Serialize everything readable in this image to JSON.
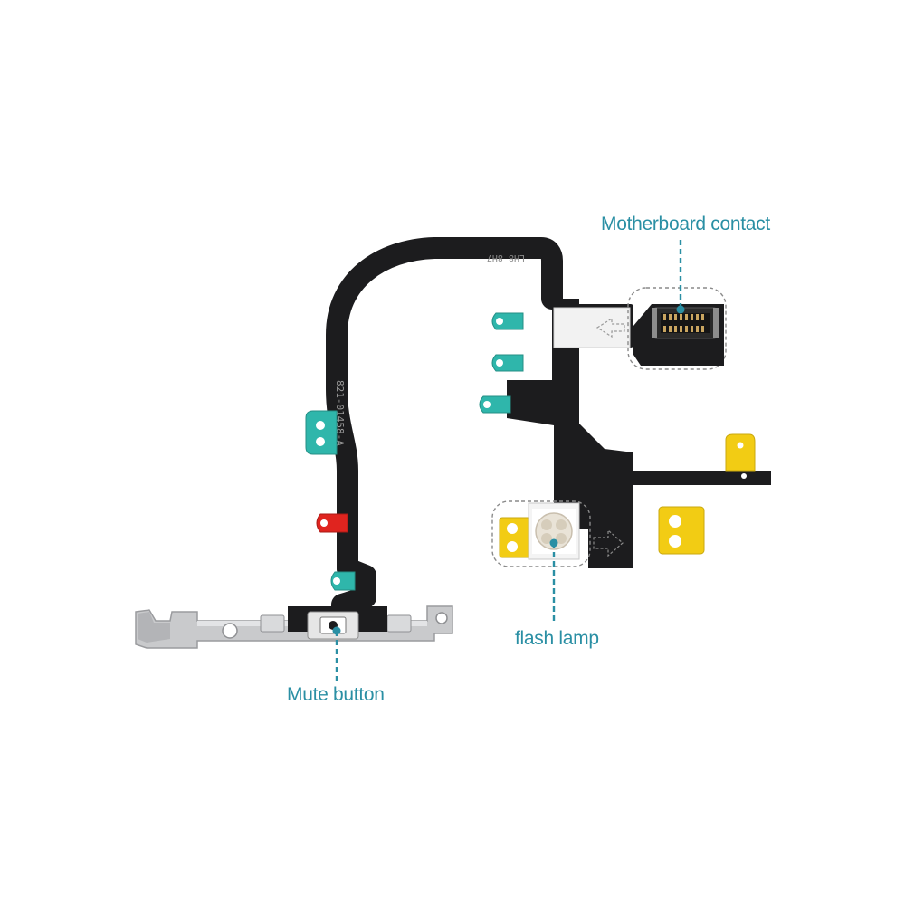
{
  "labels": {
    "motherboard_contact": "Motherboard contact",
    "flash_lamp": "flash lamp",
    "mute_button": "Mute button"
  },
  "part_markings": {
    "part_number": "821-01458-A",
    "code": "LH8 8H7"
  },
  "colors": {
    "label_text": "#2a8fa4",
    "flex_cable": "#1c1c1e",
    "tab_teal": "#2fb6ab",
    "tab_red": "#e0241f",
    "tab_yellow": "#f2cc14",
    "bracket_metal": "#c9cacc",
    "callout_border": "#8a8a8a"
  },
  "icons": {
    "arrow_marker": "dashed-arrow-icon"
  }
}
